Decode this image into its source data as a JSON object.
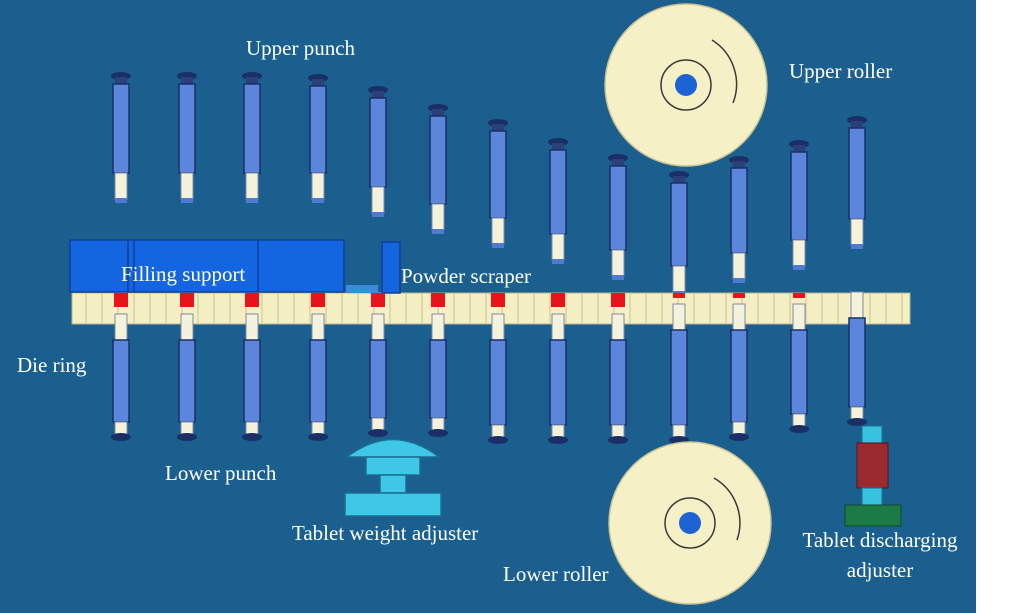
{
  "labels": {
    "upper_punch": "Upper punch",
    "upper_roller": "Upper roller",
    "filling_support": "Filling support",
    "powder_scraper": "Powder scraper",
    "die_ring": "Die ring",
    "lower_punch": "Lower punch",
    "tablet_weight_adjuster": "Tablet weight adjuster",
    "lower_roller": "Lower roller",
    "tablet_discharging_adjuster_line1": "Tablet discharging",
    "tablet_discharging_adjuster_line2": "adjuster"
  },
  "colors": {
    "background": "#1b5f8f",
    "punch": "#5b86dc",
    "punch_outline": "#1a2f66",
    "punch_tip": "#f5f2dc",
    "die_ring": "#f5efc4",
    "die_fill": "#e8141c",
    "roller": "#f5f0c6",
    "roller_hub": "#1e63d4",
    "filling_support": "#1466e0",
    "weight_adjuster": "#3ec7e6",
    "discharge_cap": "#37c3e0",
    "discharge_body": "#9b2a30",
    "discharge_base": "#1b7a45"
  }
}
